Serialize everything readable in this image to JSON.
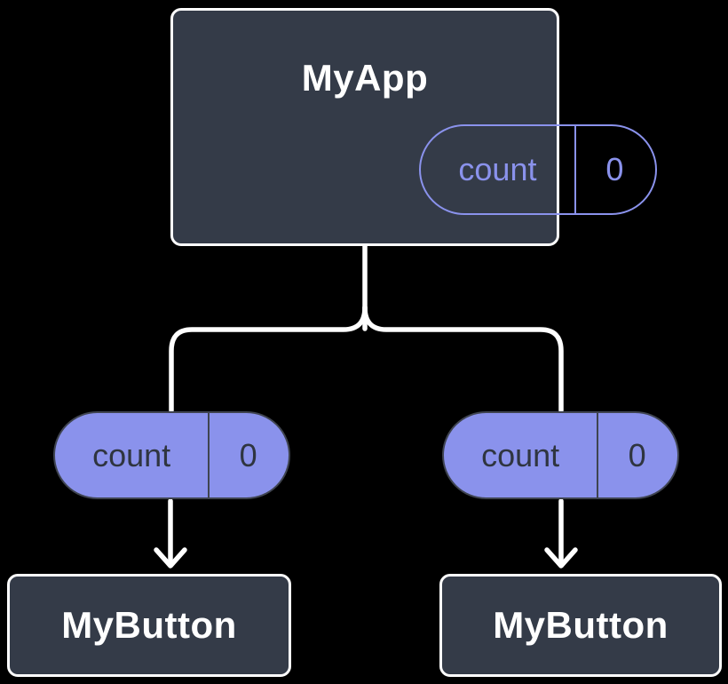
{
  "diagram": {
    "description": "React component tree: parent state passed as props to children",
    "colors": {
      "background": "#000000",
      "node_fill": "#343b48",
      "node_border": "#ffffff",
      "accent_purple": "#8a92ec",
      "pill_dark_border": "#3f4450",
      "pill_dark_text": "#2f3540",
      "connector": "#ffffff"
    },
    "root": {
      "title": "MyApp",
      "state": {
        "label": "count",
        "value": "0"
      }
    },
    "children": [
      {
        "title": "MyButton",
        "prop": {
          "label": "count",
          "value": "0"
        }
      },
      {
        "title": "MyButton",
        "prop": {
          "label": "count",
          "value": "0"
        }
      }
    ]
  }
}
